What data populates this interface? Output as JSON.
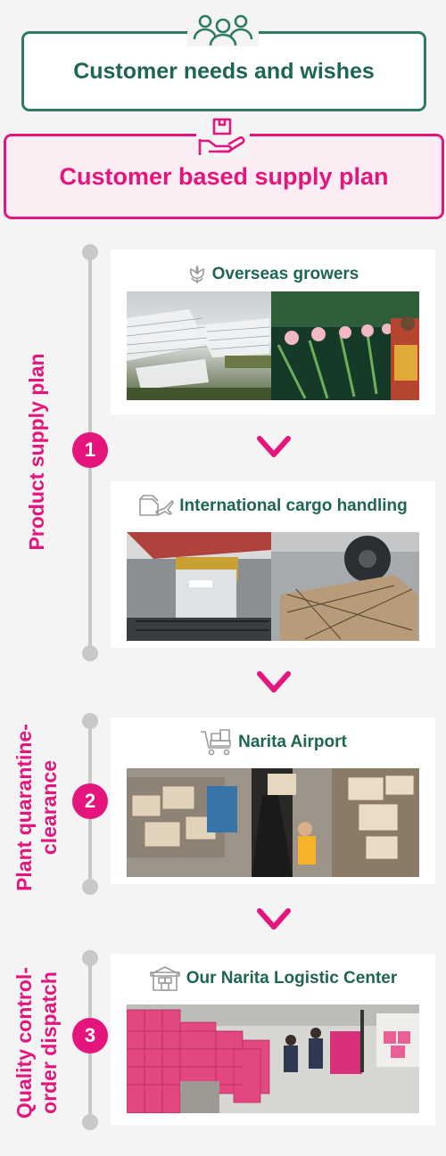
{
  "header": {
    "customer_needs": "Customer needs and wishes",
    "supply_plan": "Customer based supply plan"
  },
  "phases": [
    {
      "label": "Product supply plan",
      "number": "1"
    },
    {
      "label": "Plant quarantine-\nclearance",
      "number": "2"
    },
    {
      "label": "Quality control-\norder dispatch",
      "number": "3"
    }
  ],
  "steps": [
    {
      "title": "Overseas growers",
      "icon": "flower-icon"
    },
    {
      "title": "International cargo handling",
      "icon": "airplane-cargo-icon"
    },
    {
      "title": "Narita Airport",
      "icon": "luggage-cart-icon"
    },
    {
      "title": "Our Narita Logistic Center",
      "icon": "warehouse-icon"
    }
  ],
  "colors": {
    "green": "#1f6553",
    "pink": "#e4157d",
    "rail_gray": "#c8c8c8"
  }
}
